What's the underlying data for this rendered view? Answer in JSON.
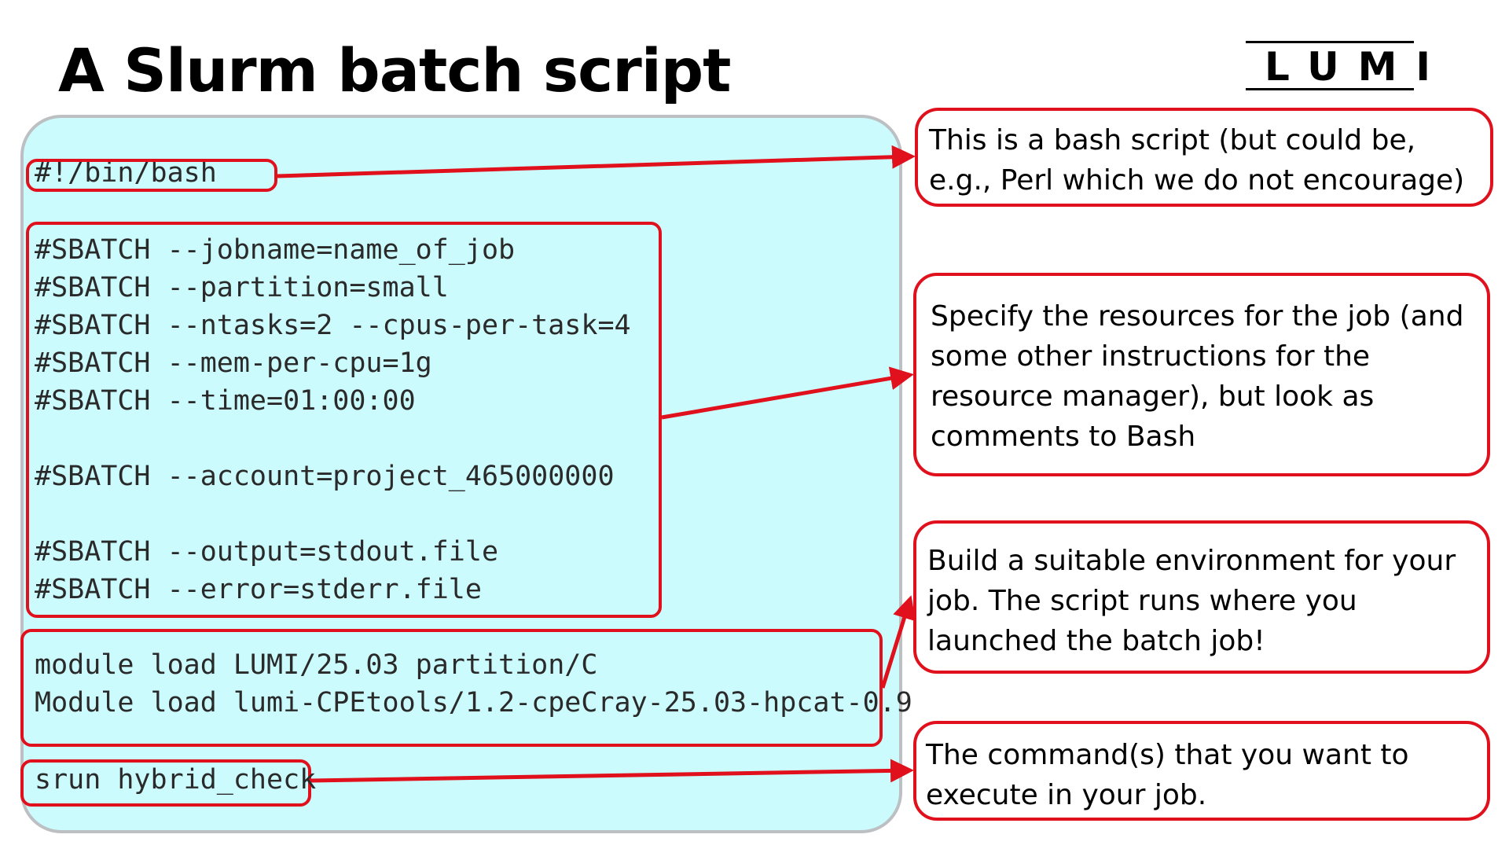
{
  "title": "A Slurm batch script",
  "logo": {
    "text": "LUMI"
  },
  "script": {
    "shebang": "#!/bin/bash",
    "sbatch_lines": [
      "#SBATCH --jobname=name_of_job",
      "#SBATCH --partition=small",
      "#SBATCH --ntasks=2 --cpus-per-task=4",
      "#SBATCH --mem-per-cpu=1g",
      "#SBATCH --time=01:00:00",
      "#SBATCH --account=project_465000000",
      "#SBATCH --output=stdout.file",
      "#SBATCH --error=stderr.file"
    ],
    "module_lines": [
      "module load LUMI/25.03 partition/C",
      "Module load lumi-CPEtools/1.2-cpeCray-25.03-hpcat-0.9"
    ],
    "command": "srun hybrid_check"
  },
  "callouts": {
    "shebang": "This is a bash script (but could be, e.g., Perl which we do not encourage)",
    "sbatch": "Specify the resources for the job (and some other instructions for the resource manager), but look as comments to Bash",
    "environment": "Build a suitable environment for your job. The script runs where you launched the batch job!",
    "command": "The command(s) that you want to execute in your job."
  },
  "colors": {
    "panel_background": "#ccfbfd",
    "panel_border": "#bcc0c2",
    "highlight_red": "#e0101c",
    "code_text": "#2a2a2a"
  }
}
